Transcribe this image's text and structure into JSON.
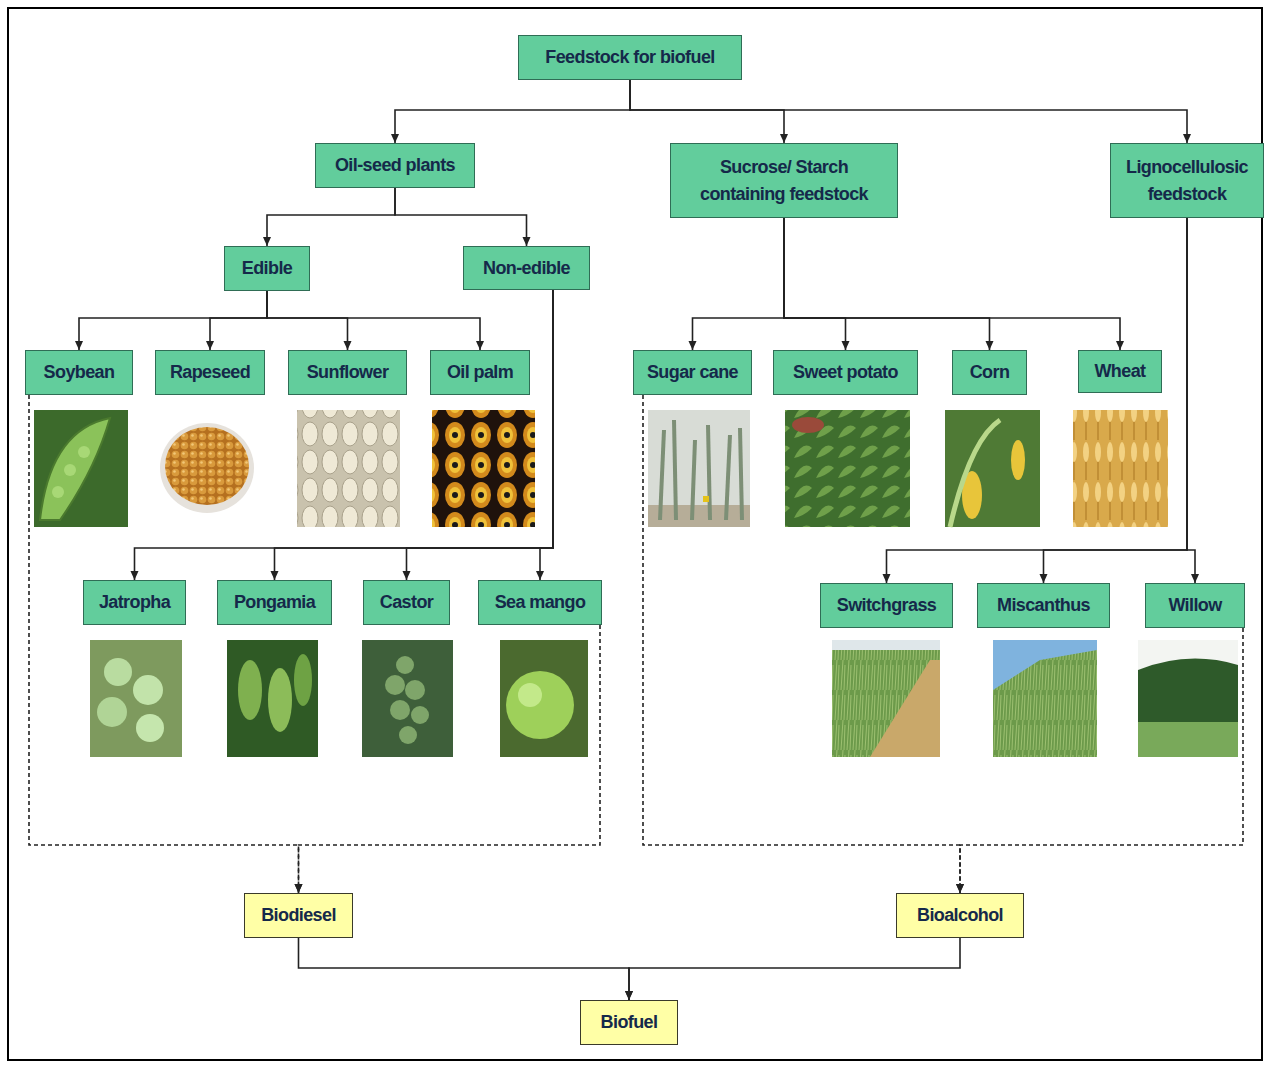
{
  "diagram": {
    "nodes": [
      {
        "text": [
          "Feedstock for biofuel"
        ]
      },
      {
        "text": [
          "Oil-seed plants"
        ]
      },
      {
        "text": [
          "Sucrose/ Starch containing feedstock"
        ]
      },
      {
        "text": [
          "Lignocellulosic feedstock"
        ]
      },
      {
        "text": [
          "Edible"
        ]
      },
      {
        "text": [
          "Non-edible"
        ]
      },
      {
        "text": [
          "Soybean"
        ]
      },
      {
        "text": [
          "Rapeseed"
        ]
      },
      {
        "text": [
          "Sunflower"
        ]
      },
      {
        "text": [
          "Oil palm"
        ]
      },
      {
        "text": [
          "Sugar cane"
        ]
      },
      {
        "text": [
          "Sweet potato"
        ]
      },
      {
        "text": [
          "Corn"
        ]
      },
      {
        "text": [
          "Wheat"
        ]
      },
      {
        "text": [
          "Jatropha"
        ]
      },
      {
        "text": [
          "Pongamia"
        ]
      },
      {
        "text": [
          "Castor"
        ]
      },
      {
        "text": [
          "Sea mango"
        ]
      },
      {
        "text": [
          "Switchgrass"
        ]
      },
      {
        "text": [
          "Miscanthus"
        ]
      },
      {
        "text": [
          "Willow"
        ]
      },
      {
        "text": [
          "Biodiesel"
        ]
      },
      {
        "text": [
          "Bioalcohol"
        ]
      },
      {
        "text": [
          "Biofuel"
        ]
      }
    ],
    "edges": [
      {
        "from": 0,
        "to": 1,
        "arrow": "to"
      },
      {
        "from": 0,
        "to": 2,
        "arrow": "to"
      },
      {
        "from": 0,
        "to": 3,
        "arrow": "to"
      },
      {
        "from": 1,
        "to": 4,
        "arrow": "to"
      },
      {
        "from": 1,
        "to": 5,
        "arrow": "to"
      },
      {
        "from": 4,
        "to": 6,
        "arrow": "to"
      },
      {
        "from": 4,
        "to": 7,
        "arrow": "to"
      },
      {
        "from": 4,
        "to": 8,
        "arrow": "to"
      },
      {
        "from": 4,
        "to": 9,
        "arrow": "to"
      },
      {
        "from": 5,
        "to": 14,
        "arrow": "to"
      },
      {
        "from": 5,
        "to": 15,
        "arrow": "to"
      },
      {
        "from": 5,
        "to": 16,
        "arrow": "to"
      },
      {
        "from": 5,
        "to": 17,
        "arrow": "to"
      },
      {
        "from": 2,
        "to": 10,
        "arrow": "to"
      },
      {
        "from": 2,
        "to": 11,
        "arrow": "to"
      },
      {
        "from": 2,
        "to": 12,
        "arrow": "to"
      },
      {
        "from": 2,
        "to": 13,
        "arrow": "to"
      },
      {
        "from": 3,
        "to": 18,
        "arrow": "to"
      },
      {
        "from": 3,
        "to": 19,
        "arrow": "to"
      },
      {
        "from": 3,
        "to": 20,
        "arrow": "to"
      },
      {
        "from": 6,
        "to": 21,
        "arrow": "to"
      },
      {
        "from": 17,
        "to": 21,
        "arrow": "to"
      },
      {
        "from": 10,
        "to": 22,
        "arrow": "to"
      },
      {
        "from": 20,
        "to": 22,
        "arrow": "to"
      },
      {
        "from": 21,
        "to": 23,
        "arrow": "to"
      },
      {
        "from": 22,
        "to": 23,
        "arrow": "to"
      }
    ]
  }
}
